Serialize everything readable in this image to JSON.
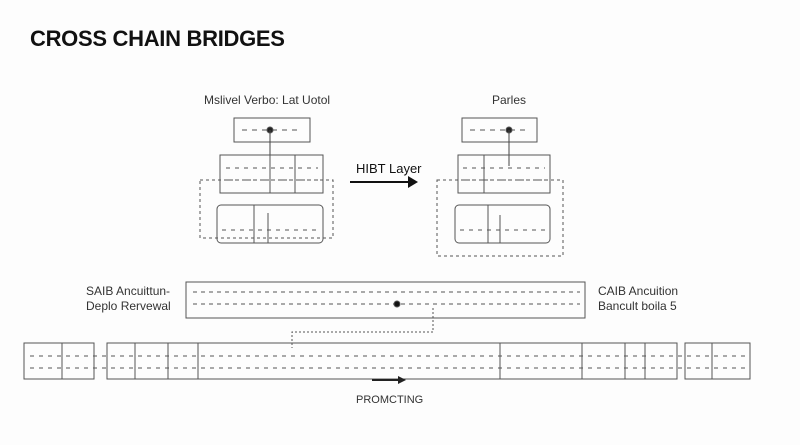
{
  "title": "CROSS CHAIN BRIDGES",
  "left_panel": {
    "label": "Mslivel Verbo: Lat Uotol"
  },
  "right_panel": {
    "label": "Parles"
  },
  "transition": {
    "label": "HIBT Layer"
  },
  "middle_bar": {
    "left_label_1": "SAIB Ancuittun-",
    "left_label_2": "Deplo Rervewal",
    "right_label_1": "CAIB Ancuition",
    "right_label_2": "Bancult boila 5"
  },
  "bottom": {
    "label": "PROMCTING"
  }
}
